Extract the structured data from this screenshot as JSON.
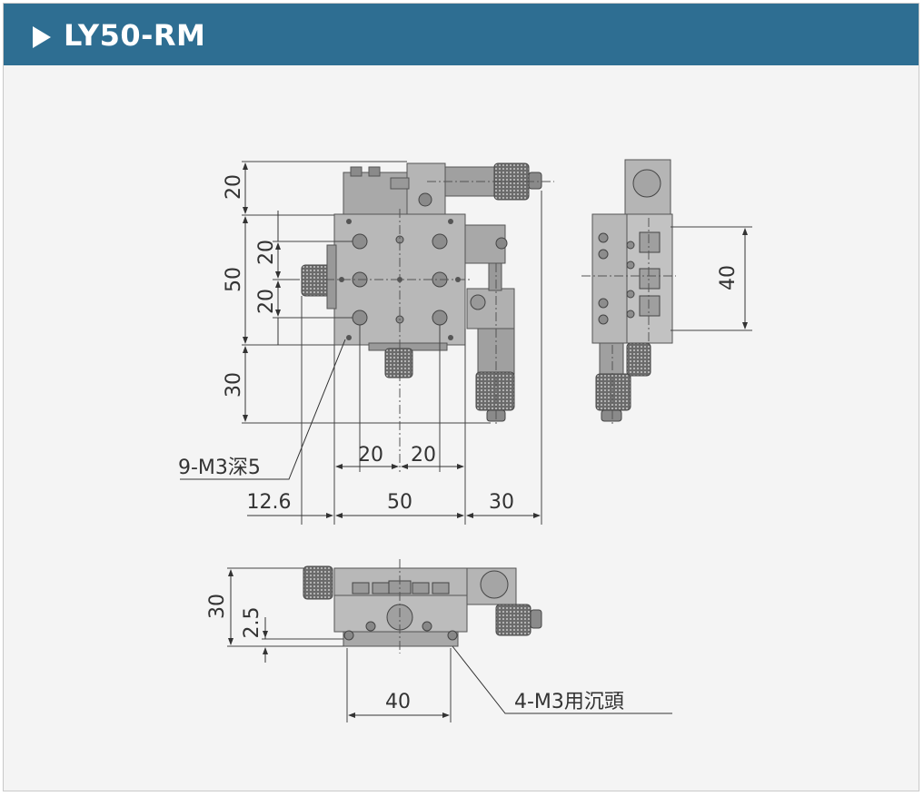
{
  "header": {
    "title": "LY50-RM",
    "accent": "#2e6e92"
  },
  "top_view": {
    "dims": {
      "v_top": "20",
      "v_body": "50",
      "v_20a": "20",
      "v_20b": "20",
      "v_bottom": "30",
      "h_left": "12.6",
      "h_mid": "50",
      "h_right": "30",
      "h_20a": "20",
      "h_20b": "20"
    },
    "callout": "9-M3深5"
  },
  "side_view": {
    "dims": {
      "v_40": "40"
    }
  },
  "front_view": {
    "dims": {
      "v_30": "30",
      "v_2_5": "2.5",
      "h_40": "40"
    },
    "callout": "4-M3用沉頭"
  }
}
